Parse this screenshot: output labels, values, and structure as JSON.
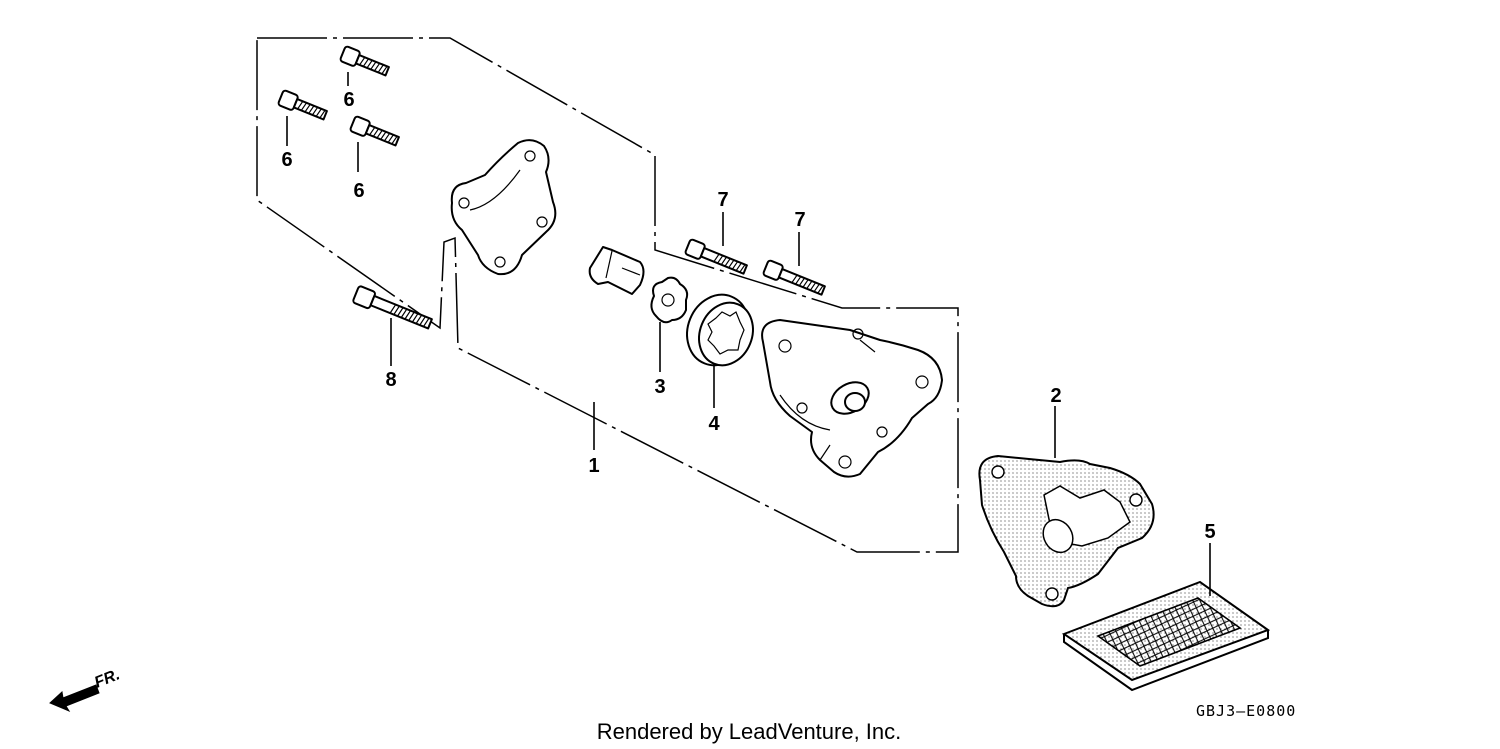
{
  "diagram": {
    "callouts": {
      "c1": "1",
      "c2": "2",
      "c3": "3",
      "c4": "4",
      "c5": "5",
      "c6a": "6",
      "c6b": "6",
      "c6c": "6",
      "c7a": "7",
      "c7b": "7",
      "c8": "8"
    },
    "diagram_code": "GBJ3—E0800",
    "direction_label": "FR.",
    "footer": "Rendered by LeadVenture, Inc."
  }
}
